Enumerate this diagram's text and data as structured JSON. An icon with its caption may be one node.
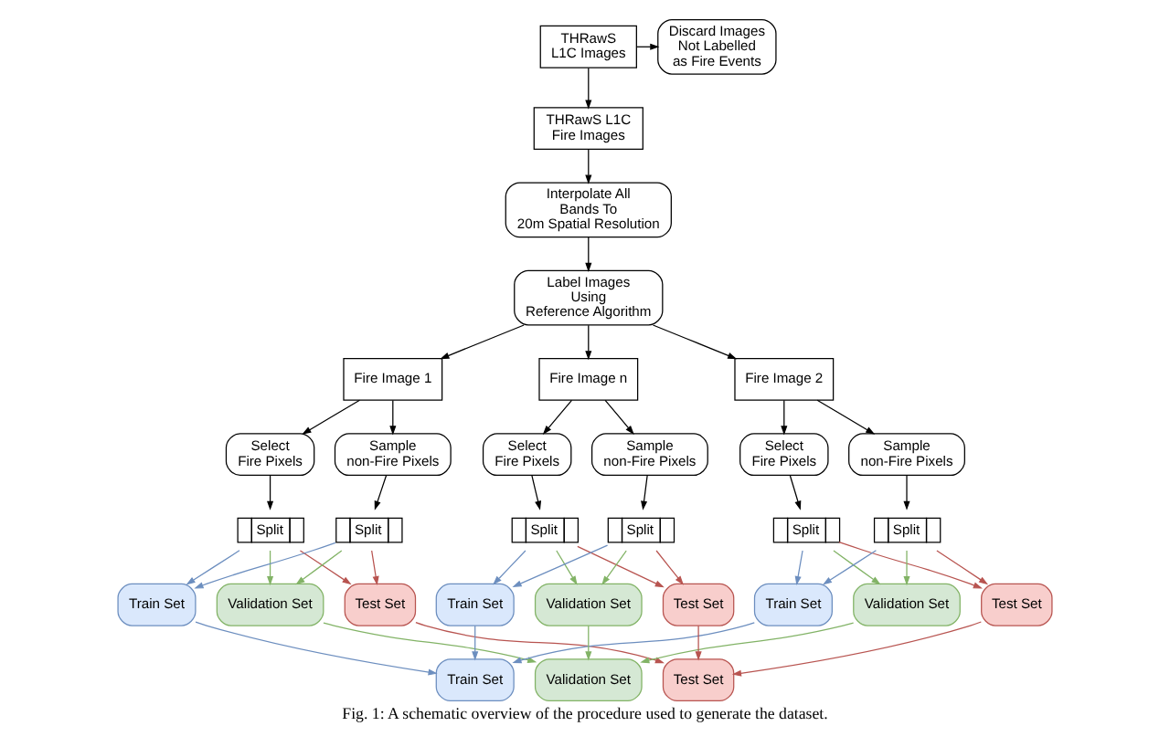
{
  "diagram": {
    "caption": "Fig. 1: A schematic overview of the procedure used to generate the dataset.",
    "nodes": [
      {
        "text": [
          "THRawS L1C Images"
        ]
      },
      {
        "text": [
          "Discard Images Not Labelled as Fire Events"
        ]
      },
      {
        "text": [
          "THRawS L1C Fire Images"
        ]
      },
      {
        "text": [
          "Interpolate All Bands To 20m Spatial Resolution"
        ]
      },
      {
        "text": [
          "Label Images Using Reference Algorithm"
        ]
      },
      {
        "text": [
          "Fire Image 1"
        ]
      },
      {
        "text": [
          "Select Fire Pixels"
        ]
      },
      {
        "text": [
          "Sample non-Fire Pixels"
        ]
      },
      {
        "text": [
          "Split"
        ]
      },
      {
        "text": [
          "Split"
        ]
      },
      {
        "text": [
          "Train Set"
        ]
      },
      {
        "text": [
          "Validation Set"
        ]
      },
      {
        "text": [
          "Test Set"
        ]
      },
      {
        "text": [
          "Fire Image 2"
        ]
      },
      {
        "text": [
          "Select Fire Pixels"
        ]
      },
      {
        "text": [
          "Sample non-Fire Pixels"
        ]
      },
      {
        "text": [
          "Split"
        ]
      },
      {
        "text": [
          "Split"
        ]
      },
      {
        "text": [
          "Train Set"
        ]
      },
      {
        "text": [
          "Validation Set"
        ]
      },
      {
        "text": [
          "Test Set"
        ]
      },
      {
        "text": [
          "Fire Image n"
        ]
      },
      {
        "text": [
          "Select Fire Pixels"
        ]
      },
      {
        "text": [
          "Sample non-Fire Pixels"
        ]
      },
      {
        "text": [
          "Split"
        ]
      },
      {
        "text": [
          "Split"
        ]
      },
      {
        "text": [
          "Train Set"
        ]
      },
      {
        "text": [
          "Validation Set"
        ]
      },
      {
        "text": [
          "Test Set"
        ]
      },
      {
        "text": [
          "Train Set"
        ]
      },
      {
        "text": [
          "Validation Set"
        ]
      },
      {
        "text": [
          "Test Set"
        ]
      }
    ],
    "edges": [
      {
        "from": 0,
        "to": 2,
        "arrow": "to"
      },
      {
        "from": 0,
        "to": 1,
        "arrow": "to"
      },
      {
        "from": 2,
        "to": 3,
        "arrow": "to"
      },
      {
        "from": 3,
        "to": 4,
        "arrow": "to"
      },
      {
        "from": 4,
        "to": 5,
        "arrow": "to"
      },
      {
        "from": 4,
        "to": 13,
        "arrow": "to"
      },
      {
        "from": 4,
        "to": 21,
        "arrow": "to"
      },
      {
        "from": 5,
        "to": 6,
        "arrow": "to"
      },
      {
        "from": 5,
        "to": 7,
        "arrow": "to"
      },
      {
        "from": 6,
        "to": 8,
        "arrow": "to"
      },
      {
        "from": 7,
        "to": 9,
        "arrow": "to"
      },
      {
        "from": 8,
        "to": 10,
        "arrow": "to",
        "color": "#6c8ebf"
      },
      {
        "from": 8,
        "to": 11,
        "arrow": "to",
        "color": "#82b366"
      },
      {
        "from": 8,
        "to": 12,
        "arrow": "to",
        "color": "#b85450"
      },
      {
        "from": 9,
        "to": 10,
        "arrow": "to",
        "color": "#6c8ebf"
      },
      {
        "from": 9,
        "to": 11,
        "arrow": "to",
        "color": "#82b366"
      },
      {
        "from": 9,
        "to": 12,
        "arrow": "to",
        "color": "#b85450"
      },
      {
        "from": 13,
        "to": 14,
        "arrow": "to"
      },
      {
        "from": 13,
        "to": 15,
        "arrow": "to"
      },
      {
        "from": 14,
        "to": 16,
        "arrow": "to"
      },
      {
        "from": 15,
        "to": 17,
        "arrow": "to"
      },
      {
        "from": 16,
        "to": 18,
        "arrow": "to",
        "color": "#6c8ebf"
      },
      {
        "from": 16,
        "to": 19,
        "arrow": "to",
        "color": "#82b366"
      },
      {
        "from": 16,
        "to": 20,
        "arrow": "to",
        "color": "#b85450"
      },
      {
        "from": 17,
        "to": 18,
        "arrow": "to",
        "color": "#6c8ebf"
      },
      {
        "from": 17,
        "to": 19,
        "arrow": "to",
        "color": "#82b366"
      },
      {
        "from": 17,
        "to": 20,
        "arrow": "to",
        "color": "#b85450"
      },
      {
        "from": 21,
        "to": 22,
        "arrow": "to"
      },
      {
        "from": 21,
        "to": 23,
        "arrow": "to"
      },
      {
        "from": 22,
        "to": 24,
        "arrow": "to"
      },
      {
        "from": 23,
        "to": 25,
        "arrow": "to"
      },
      {
        "from": 24,
        "to": 26,
        "arrow": "to",
        "color": "#6c8ebf"
      },
      {
        "from": 24,
        "to": 27,
        "arrow": "to",
        "color": "#82b366"
      },
      {
        "from": 24,
        "to": 28,
        "arrow": "to",
        "color": "#b85450"
      },
      {
        "from": 25,
        "to": 26,
        "arrow": "to",
        "color": "#6c8ebf"
      },
      {
        "from": 25,
        "to": 27,
        "arrow": "to",
        "color": "#82b366"
      },
      {
        "from": 25,
        "to": 28,
        "arrow": "to",
        "color": "#b85450"
      },
      {
        "from": 10,
        "to": 29,
        "arrow": "to",
        "color": "#6c8ebf"
      },
      {
        "from": 18,
        "to": 29,
        "arrow": "to",
        "color": "#6c8ebf"
      },
      {
        "from": 26,
        "to": 29,
        "arrow": "to",
        "color": "#6c8ebf"
      },
      {
        "from": 11,
        "to": 30,
        "arrow": "to",
        "color": "#82b366"
      },
      {
        "from": 19,
        "to": 30,
        "arrow": "to",
        "color": "#82b366"
      },
      {
        "from": 27,
        "to": 30,
        "arrow": "to",
        "color": "#82b366"
      },
      {
        "from": 12,
        "to": 31,
        "arrow": "to",
        "color": "#b85450"
      },
      {
        "from": 20,
        "to": 31,
        "arrow": "to",
        "color": "#b85450"
      },
      {
        "from": 28,
        "to": 31,
        "arrow": "to",
        "color": "#b85450"
      }
    ]
  }
}
